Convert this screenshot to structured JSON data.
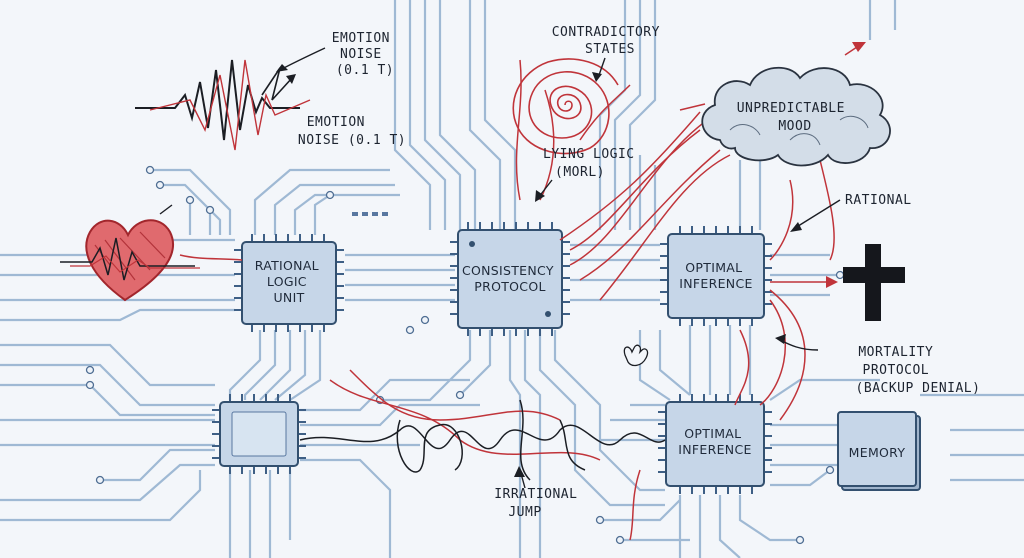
{
  "labels": {
    "emotion_noise_1": [
      "EMOTION",
      "NOISE",
      "(0.1 T)"
    ],
    "emotion_noise_2": [
      "EMOTION",
      "NOISE (0.1 T)"
    ],
    "contradictory_states": [
      "CONTRADICTORY",
      "STATES"
    ],
    "lying_logic": [
      "LYING LOGIC",
      "(MORL)"
    ],
    "unpredictable_mood": [
      "UNPREDICTABLE",
      "MOOD"
    ],
    "rational": "RATIONAL",
    "mortality_protocol": [
      "MORTALITY",
      "PROTOCOL",
      "(BACKUP DENIAL)"
    ],
    "irrational_jump": [
      "IRRATIONAL",
      "JUMP"
    ]
  },
  "chips": {
    "rational_logic_unit": [
      "RATIONAL",
      "LOGIC",
      "UNIT"
    ],
    "consistency_protocol": [
      "CONSISTENCY",
      "PROTOCOL"
    ],
    "optimal_inference_top": [
      "OPTIMAL",
      "INFERENCE"
    ],
    "optimal_inference_bottom": [
      "OPTIMAL",
      "INFERENCE"
    ],
    "unlabeled_chip": [],
    "memory": [
      "MEMORY"
    ]
  },
  "colors": {
    "trace": "#9fb9d4",
    "chip": "#c6d6e8",
    "accent_red": "#c0343a",
    "ink": "#1b1e24",
    "heart": "#d9484e"
  }
}
